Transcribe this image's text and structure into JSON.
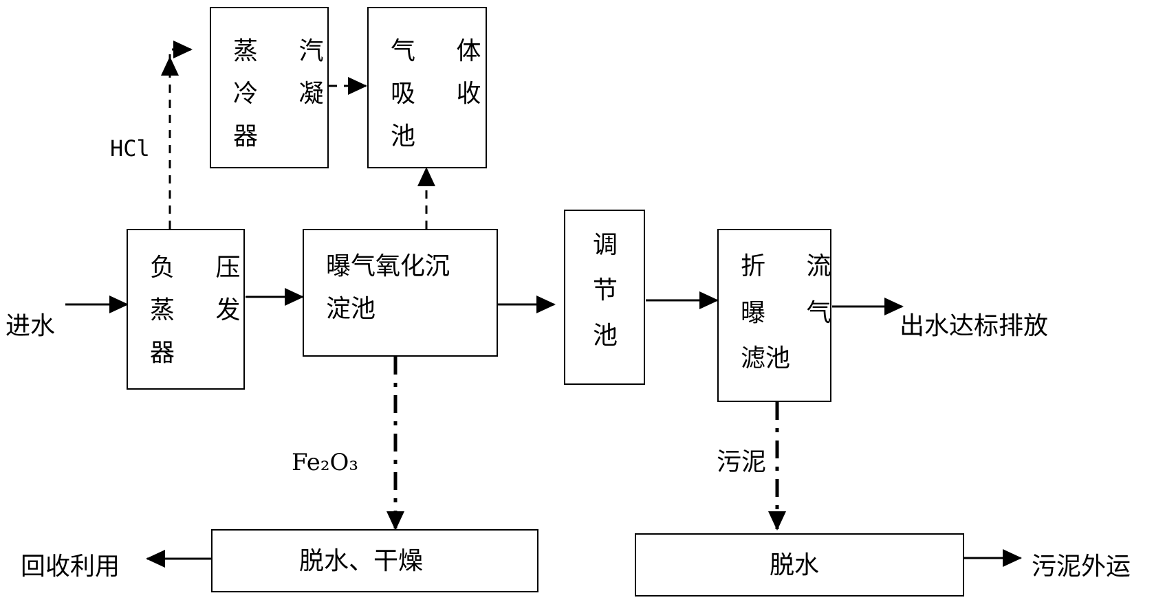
{
  "boxes": {
    "evaporator": {
      "line1": "负 压",
      "line2": "蒸 发",
      "line3": "器"
    },
    "condenser": {
      "line1": "蒸 汽",
      "line2": "冷 凝",
      "line3": "器"
    },
    "absorber": {
      "line1": "气 体",
      "line2": "吸 收",
      "line3": "池"
    },
    "aeration_tank": {
      "line1": "曝气氧化沉",
      "line2": "淀池"
    },
    "regulating_tank": {
      "line1": "调",
      "line2": "节",
      "line3": "池"
    },
    "baf": {
      "line1": "折 流",
      "line2": "曝 气",
      "line3": "滤池"
    },
    "dewater_dry": {
      "label": "脱水、干燥"
    },
    "dewater": {
      "label": "脱水"
    }
  },
  "labels": {
    "inflow": "进水",
    "hcl": "HCl",
    "fe2o3": "Fe₂O₃",
    "sludge": "污泥",
    "discharge": "出水达标排放",
    "recycle": "回收利用",
    "sludge_out": "污泥外运"
  }
}
